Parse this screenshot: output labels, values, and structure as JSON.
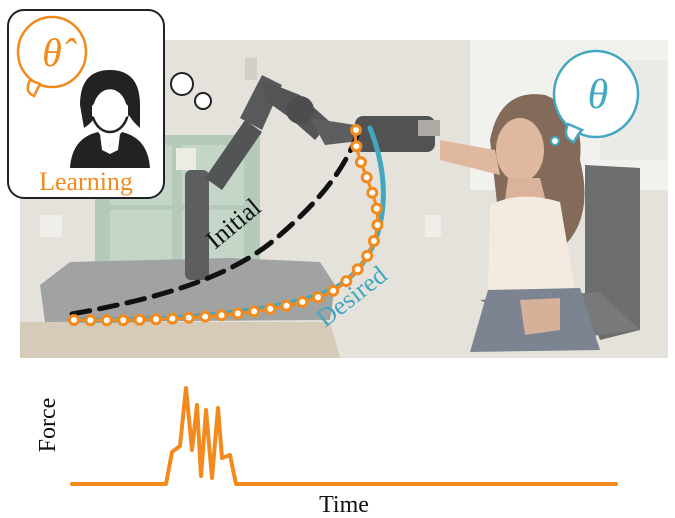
{
  "figure": {
    "robot_belief_symbol": "θ̂",
    "robot_belief_caption": "Learning",
    "human_belief_symbol": "θ",
    "initial_label": "Initial",
    "desired_label": "Desired"
  },
  "force_plot": {
    "ylabel": "Force",
    "xlabel": "Time"
  },
  "colors": {
    "orange": "#f28a1e",
    "teal": "#43a7c0",
    "black": "#111111",
    "photo_wall": "#d9d7cf",
    "photo_table": "#cdbfa9"
  }
}
